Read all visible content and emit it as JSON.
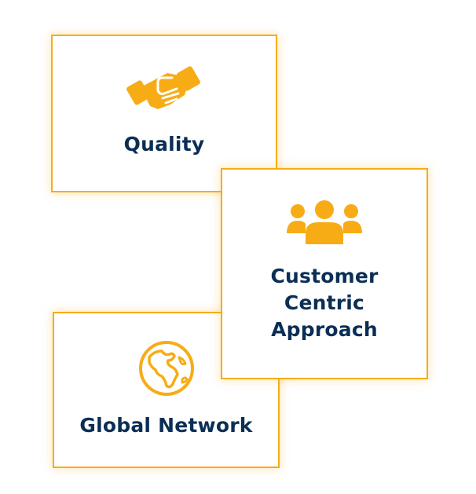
{
  "colors": {
    "accent": "#f7ac16",
    "text": "#0b2e55",
    "background": "#ffffff"
  },
  "cards": [
    {
      "title": "Quality",
      "icon": "handshake-icon"
    },
    {
      "title": "Customer Centric Approach",
      "icon": "users-group-icon"
    },
    {
      "title": "Global Network",
      "icon": "globe-icon"
    }
  ]
}
